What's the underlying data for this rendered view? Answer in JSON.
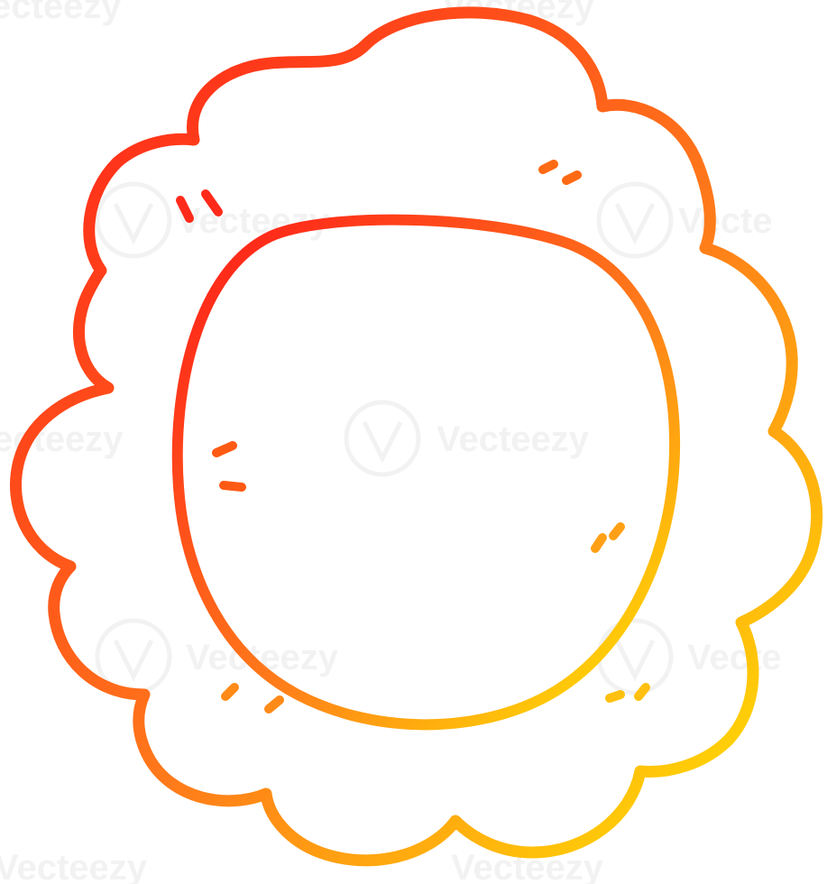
{
  "illustration": {
    "subject": "cartoon flower outline",
    "gradient": {
      "start_color": "#ff1a1a",
      "mid_color": "#ff7a1a",
      "end_color": "#ffee00"
    },
    "background_color": "#ffffff"
  },
  "watermark": {
    "text": "Vecteezy",
    "edge_text_top": "ecteezy",
    "edge_text_right": "Vecte",
    "edge_text_left": "ecteezy",
    "edge_text_bottom": "Vecteezy"
  }
}
